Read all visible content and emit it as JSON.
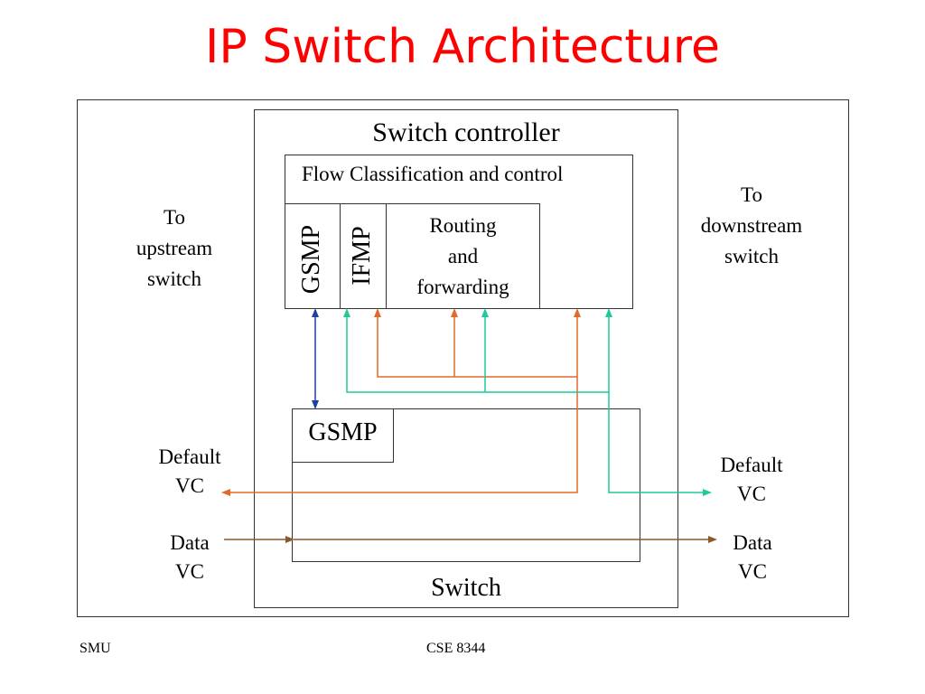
{
  "title": "IP Switch Architecture",
  "switch_controller": {
    "label": "Switch controller",
    "flow_label": "Flow Classification and control",
    "gsmp_label": "GSMP",
    "ifmp_label": "IFMP",
    "routing_label": [
      "Routing",
      "and",
      "forwarding"
    ]
  },
  "switch": {
    "label": "Switch",
    "gsmp_label": "GSMP"
  },
  "side_labels": {
    "upstream": [
      "To",
      "upstream",
      "switch"
    ],
    "downstream": [
      "To",
      "downstream",
      "switch"
    ],
    "default_vc_left": [
      "Default",
      "VC"
    ],
    "default_vc_right": [
      "Default",
      "VC"
    ],
    "data_vc_left": [
      "Data",
      "VC"
    ],
    "data_vc_right": [
      "Data",
      "VC"
    ]
  },
  "colors": {
    "title": "#ff0000",
    "gsmp_link": "#1f3fa8",
    "routing_link": "#e2692a",
    "ifmp_link": "#1ec99a",
    "data_link": "#8b5a2b"
  },
  "footer": {
    "left": "SMU",
    "center": "CSE 8344"
  }
}
